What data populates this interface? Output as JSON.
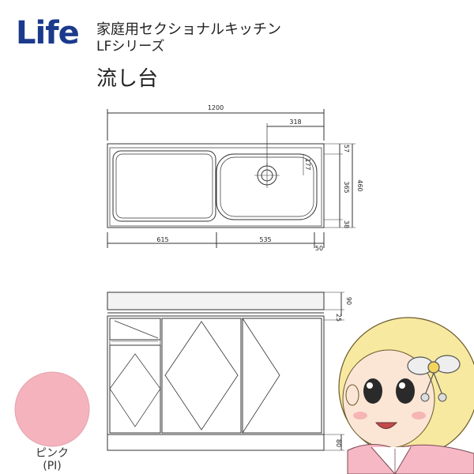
{
  "brand": {
    "logo_text": "Life",
    "logo_color": "#1b3a8c"
  },
  "header": {
    "series_line1": "家庭用セクショナルキッチン",
    "series_line2": "LFシリーズ",
    "product_name": "流し台"
  },
  "top_view_dims": {
    "overall_width": "1200",
    "drain_offset": "318",
    "left_section": "615",
    "right_section": "535",
    "right_edge": "50",
    "depth_total": "460",
    "depth_back": "57",
    "bowl_depth": "365",
    "front_edge": "38",
    "drain_from_back": "177"
  },
  "front_view_dims": {
    "counter_top": "90",
    "upper_gap": "25",
    "plinth": "80"
  },
  "color_swatch": {
    "name": "ピンク",
    "code": "(PI)",
    "color": "#f4b3bd"
  },
  "colors": {
    "line": "#333333",
    "accent_light": "#f3f3f3"
  }
}
